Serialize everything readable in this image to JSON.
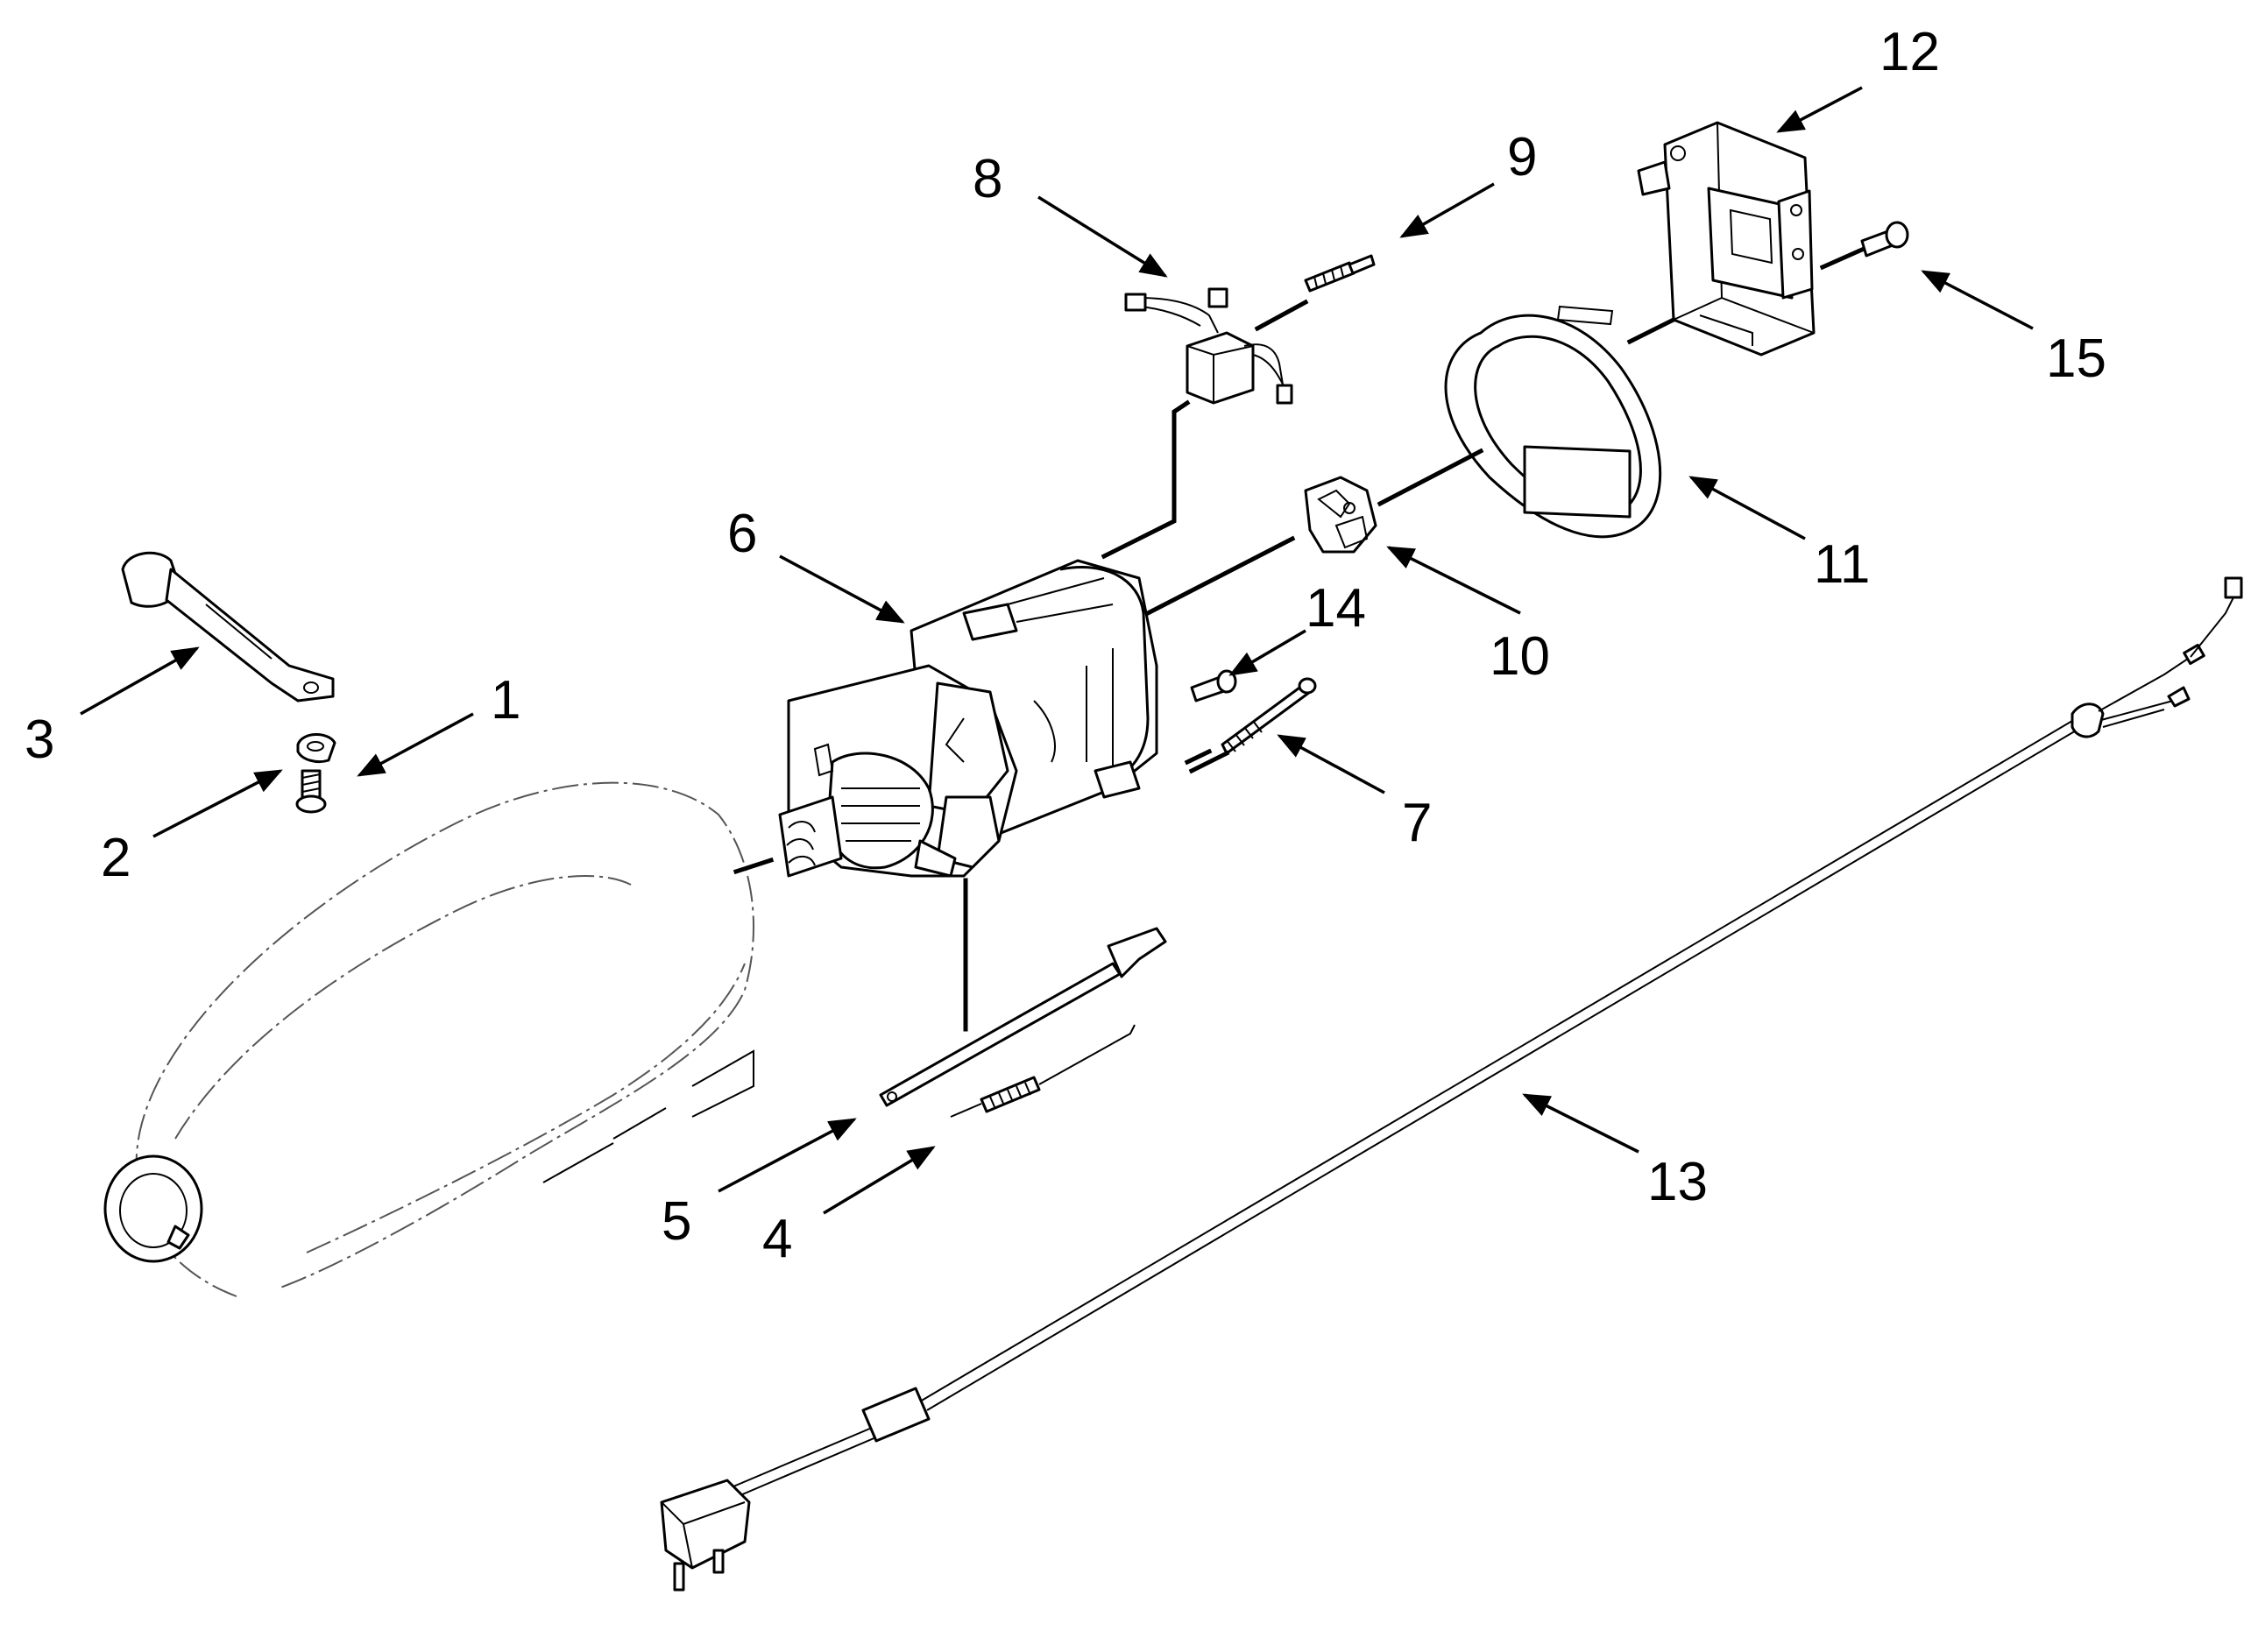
{
  "diagram": {
    "callouts": [
      {
        "id": "1",
        "label": "1"
      },
      {
        "id": "2",
        "label": "2"
      },
      {
        "id": "3",
        "label": "3"
      },
      {
        "id": "4",
        "label": "4"
      },
      {
        "id": "5",
        "label": "5"
      },
      {
        "id": "6",
        "label": "6"
      },
      {
        "id": "7",
        "label": "7"
      },
      {
        "id": "8",
        "label": "8"
      },
      {
        "id": "9",
        "label": "9"
      },
      {
        "id": "10",
        "label": "10"
      },
      {
        "id": "11",
        "label": "11"
      },
      {
        "id": "12",
        "label": "12"
      },
      {
        "id": "13",
        "label": "13"
      },
      {
        "id": "14",
        "label": "14"
      },
      {
        "id": "15",
        "label": "15"
      }
    ],
    "parts": [
      {
        "id": "bracket",
        "icon": "bracket-arm-icon"
      },
      {
        "id": "d-washer",
        "icon": "washer-icon"
      },
      {
        "id": "screw",
        "icon": "screw-icon"
      },
      {
        "id": "spring",
        "icon": "spring-icon"
      },
      {
        "id": "lever-rod",
        "icon": "rod-icon"
      },
      {
        "id": "motor",
        "icon": "motor-icon"
      },
      {
        "id": "long-screw",
        "icon": "screw-icon"
      },
      {
        "id": "wire-harness",
        "icon": "wire-harness-icon"
      },
      {
        "id": "bolt",
        "icon": "bolt-icon"
      },
      {
        "id": "brush-holder",
        "icon": "brush-holder-icon"
      },
      {
        "id": "ring-gasket",
        "icon": "ring-icon"
      },
      {
        "id": "switch-plate",
        "icon": "switch-plate-icon"
      },
      {
        "id": "power-cord",
        "icon": "power-cord-icon"
      },
      {
        "id": "small-screw",
        "icon": "screw-icon"
      },
      {
        "id": "plug-screw",
        "icon": "screw-icon"
      },
      {
        "id": "housing",
        "icon": "housing-icon"
      }
    ]
  }
}
